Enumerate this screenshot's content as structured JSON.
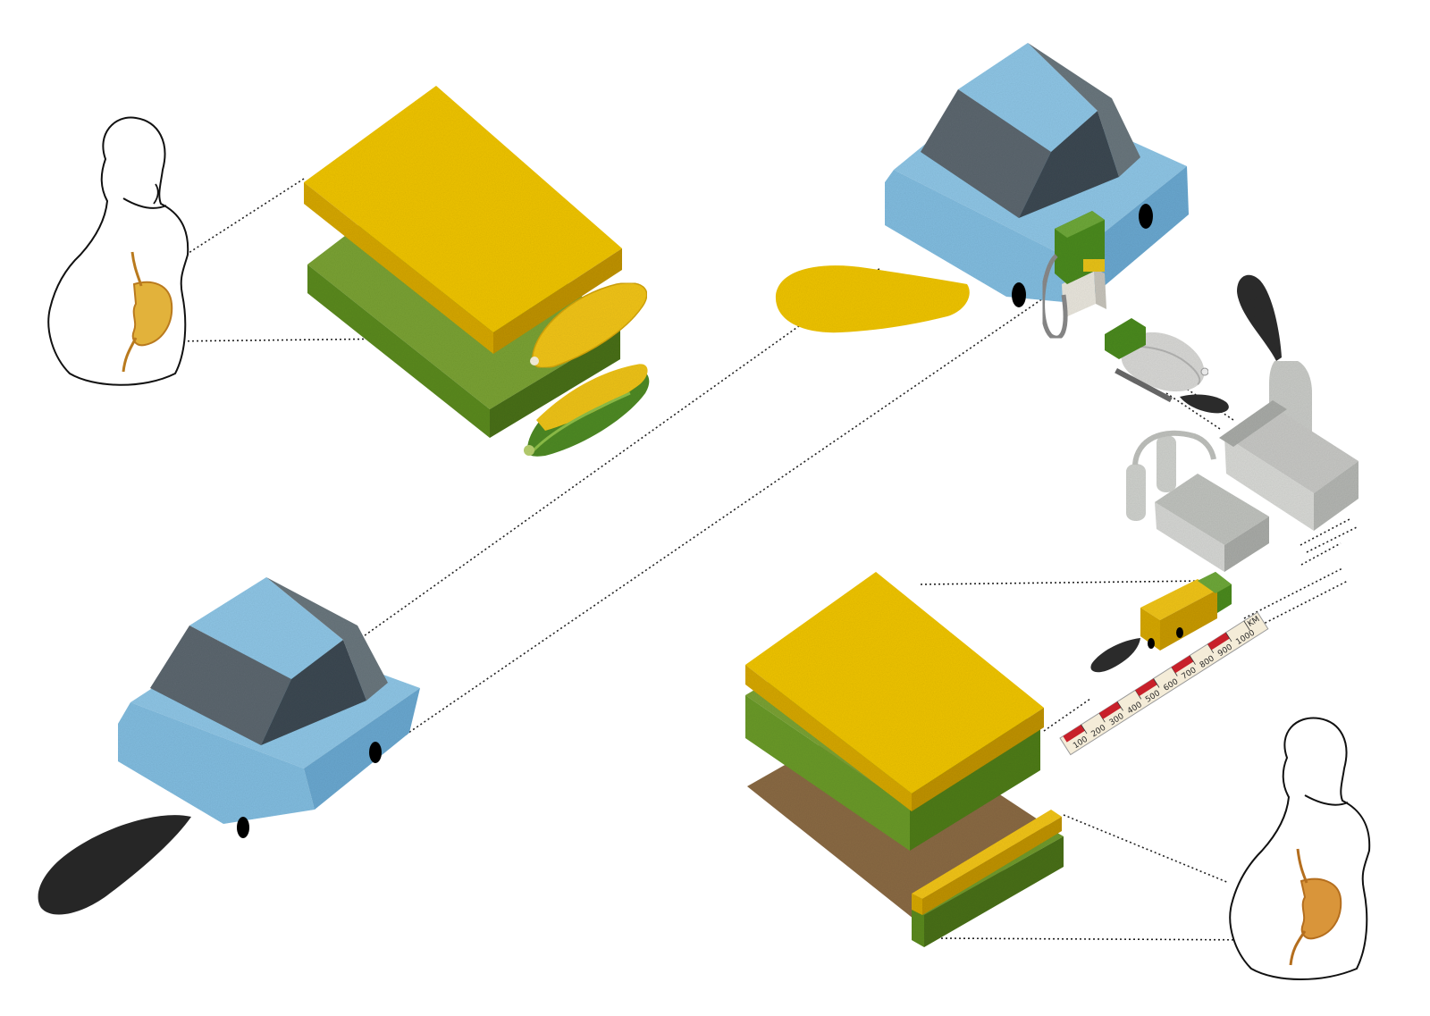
{
  "colors": {
    "yellow": "#efc40c",
    "yellow_side": "#d19f08",
    "yellow_dark": "#b98c05",
    "green": "#6f9a2e",
    "green_side": "#4f7b1e",
    "soil": "#8a6a45",
    "car_body": "#8ec3e2",
    "car_body_side": "#6fa9cc",
    "glass_dark": "#3f4a52",
    "glass_mid": "#6a767d",
    "smoke": "#2b2b2b",
    "pump_green": "#4a7d22",
    "factory_grey": "#d2d4d1",
    "stomach": "#c98a2d",
    "outline": "#111111",
    "ruler_red": "#c8202a",
    "ruler_bg": "#f4ecd8"
  },
  "icons": [
    "person-silhouette-icon",
    "stomach-icon",
    "car-icon",
    "corn-cob-icon",
    "fuel-pump-icon",
    "tanker-truck-icon",
    "refinery-icon",
    "exhaust-smoke-icon",
    "distance-ruler-icon"
  ],
  "ruler": {
    "unit": "KM",
    "ticks": [
      "100",
      "200",
      "300",
      "400",
      "500",
      "600",
      "700",
      "800",
      "900",
      "1000"
    ]
  }
}
